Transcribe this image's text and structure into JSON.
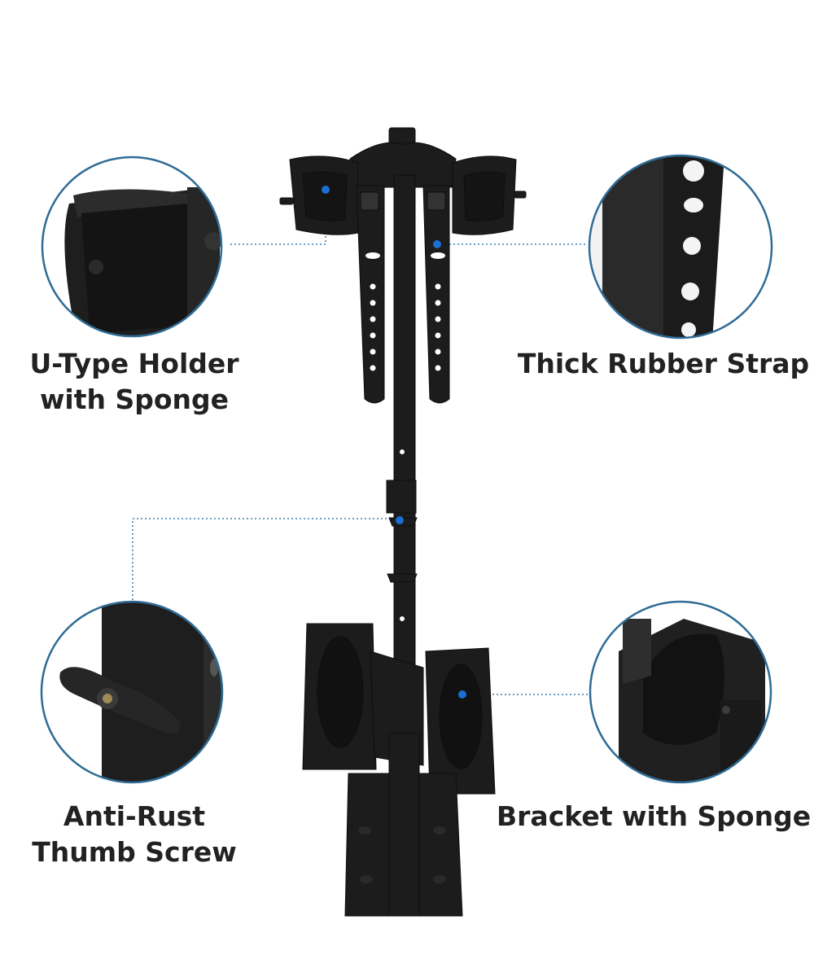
{
  "callouts": {
    "u_type_holder": {
      "line1": "U-Type Holder",
      "line2": "with Sponge"
    },
    "rubber_strap": {
      "line1": "Thick Rubber Strap"
    },
    "thumb_screw": {
      "line1": "Anti-Rust",
      "line2": "Thumb Screw"
    },
    "bracket_sponge": {
      "line1": "Bracket with Sponge"
    }
  },
  "colors": {
    "circle_border": "#2f6c95",
    "leader_line": "#3b7fb0",
    "marker_dot": "#1a6fd0",
    "product_black": "#1c1c1c"
  }
}
